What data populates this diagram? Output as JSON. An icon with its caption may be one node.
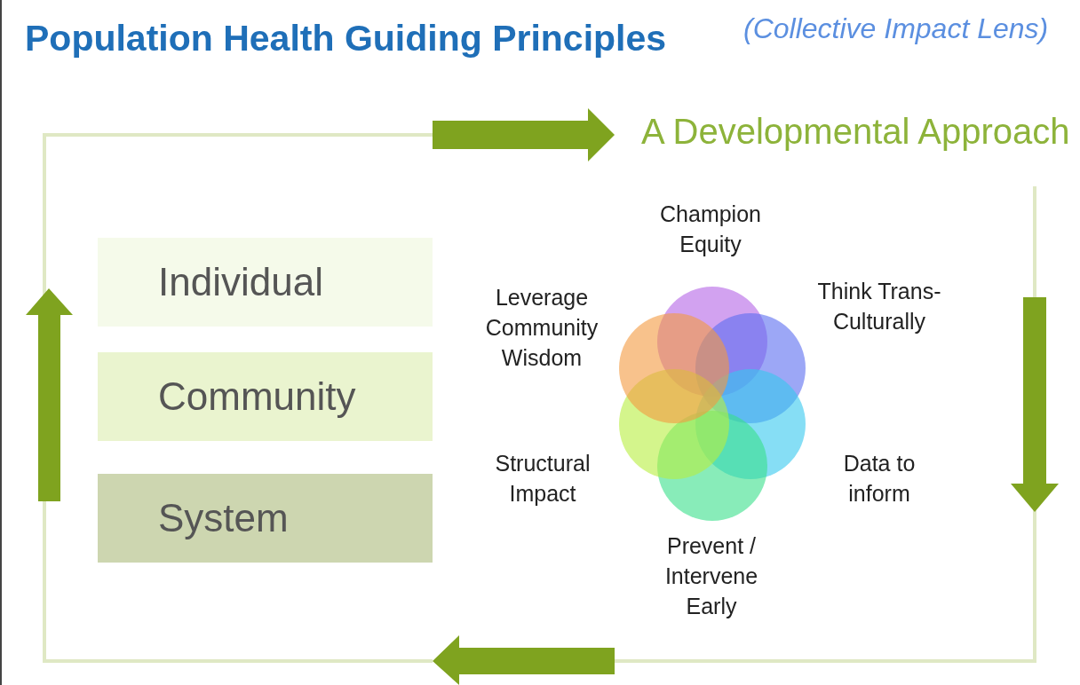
{
  "diagram": {
    "title": "Population Health Guiding Principles",
    "nodes": [
      {
        "text": [
          "Individual"
        ]
      },
      {
        "text": [
          "Community"
        ]
      },
      {
        "text": [
          "System"
        ]
      }
    ],
    "labels": [
      "(Collective Impact Lens)",
      "A Developmental Approach",
      "Champion Equity",
      "Leverage Community Wisdom",
      "Think Trans-Culturally",
      "Structural Impact",
      "Data to inform",
      "Prevent / Intervene Early"
    ]
  }
}
